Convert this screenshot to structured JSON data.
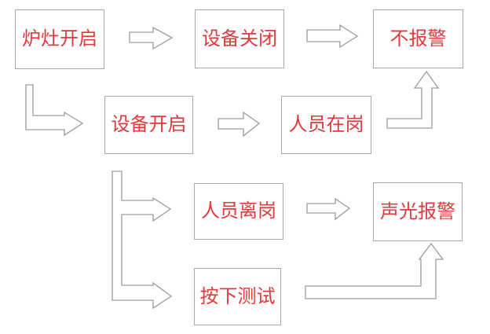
{
  "diagram": {
    "type": "flowchart",
    "nodes": [
      {
        "id": "stove-on",
        "label": "炉灶开启"
      },
      {
        "id": "device-off",
        "label": "设备关闭"
      },
      {
        "id": "no-alarm",
        "label": "不报警"
      },
      {
        "id": "device-on",
        "label": "设备开启"
      },
      {
        "id": "person-on-duty",
        "label": "人员在岗"
      },
      {
        "id": "person-away",
        "label": "人员离岗"
      },
      {
        "id": "sound-light-alarm",
        "label": "声光报警"
      },
      {
        "id": "press-test",
        "label": "按下测试"
      }
    ],
    "edges": [
      {
        "from": "stove-on",
        "to": "device-off"
      },
      {
        "from": "device-off",
        "to": "no-alarm"
      },
      {
        "from": "stove-on",
        "to": "device-on"
      },
      {
        "from": "device-on",
        "to": "person-on-duty"
      },
      {
        "from": "person-on-duty",
        "to": "no-alarm"
      },
      {
        "from": "device-on",
        "to": "person-away"
      },
      {
        "from": "device-on",
        "to": "press-test"
      },
      {
        "from": "person-away",
        "to": "sound-light-alarm"
      },
      {
        "from": "press-test",
        "to": "sound-light-alarm"
      }
    ],
    "colors": {
      "node_text": "#e03b3b",
      "node_border": "#a9a9a9",
      "arrow_outline": "#9c9c9c",
      "background": "#ffffff"
    }
  }
}
